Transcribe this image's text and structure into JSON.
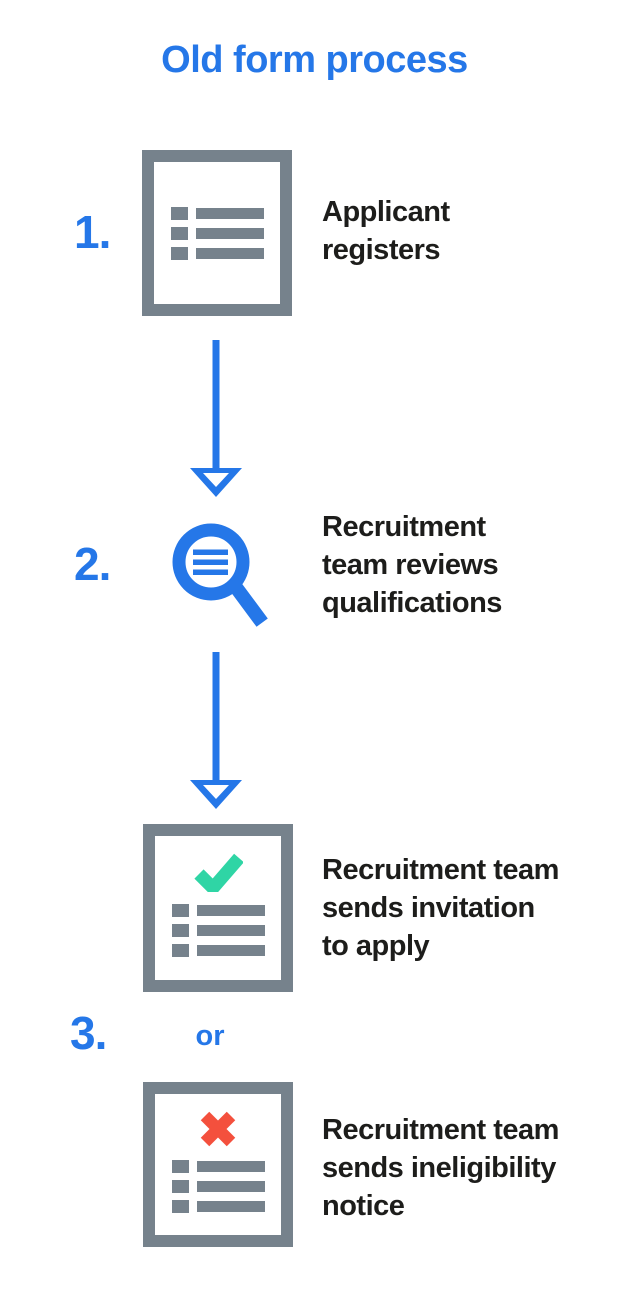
{
  "title": "Old form process",
  "colors": {
    "blue": "#2577E8",
    "gray": "#76828C",
    "teal": "#2FD5A5",
    "red": "#F4503D",
    "ink": "#1D1D1B",
    "bg": "#FFFFFF"
  },
  "steps": {
    "step1": {
      "number": "1.",
      "label": "Applicant\nregisters",
      "icon": "document-list-icon"
    },
    "step2": {
      "number": "2.",
      "label": "Recruitment\nteam reviews\nqualifications",
      "icon": "magnifying-glass-icon"
    },
    "step3": {
      "number": "3.",
      "or_label": "or",
      "option_a": {
        "label": "Recruitment team\nsends invitation\nto apply",
        "icon": "document-check-icon"
      },
      "option_b": {
        "label": "Recruitment team\nsends ineligibility\nnotice",
        "icon": "document-x-icon"
      }
    }
  },
  "connectors": [
    "arrow-down-icon",
    "arrow-down-icon"
  ]
}
